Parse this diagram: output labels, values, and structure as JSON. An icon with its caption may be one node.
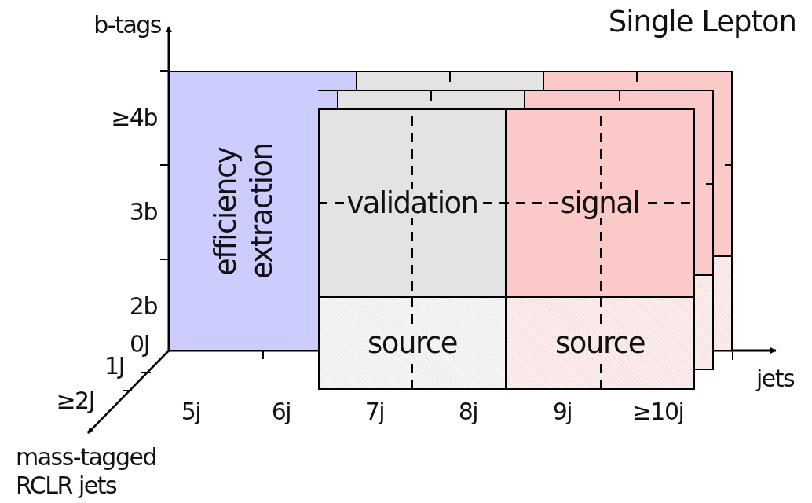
{
  "diagram": {
    "title": "Single Lepton",
    "nodes": [
      {
        "text": [
          "efficiency extraction"
        ]
      },
      {
        "text": [],
        "shape": "box"
      },
      {
        "text": [],
        "shape": "box"
      },
      {
        "text": [],
        "shape": "box"
      },
      {
        "text": [],
        "shape": "box"
      },
      {
        "text": [],
        "shape": "box"
      },
      {
        "text": [],
        "shape": "box"
      },
      {
        "text": [
          "validation"
        ]
      },
      {
        "text": [
          "signal"
        ]
      },
      {
        "text": [
          "source"
        ]
      },
      {
        "text": [
          "source"
        ]
      }
    ],
    "labels": [
      "b-tags",
      "≥4b",
      "3b",
      "2b",
      "0J",
      "1J",
      "≥2J",
      "5j",
      "6j",
      "7j",
      "8j",
      "9j",
      "≥10j",
      "jets",
      "mass-tagged RCLR jets"
    ]
  }
}
